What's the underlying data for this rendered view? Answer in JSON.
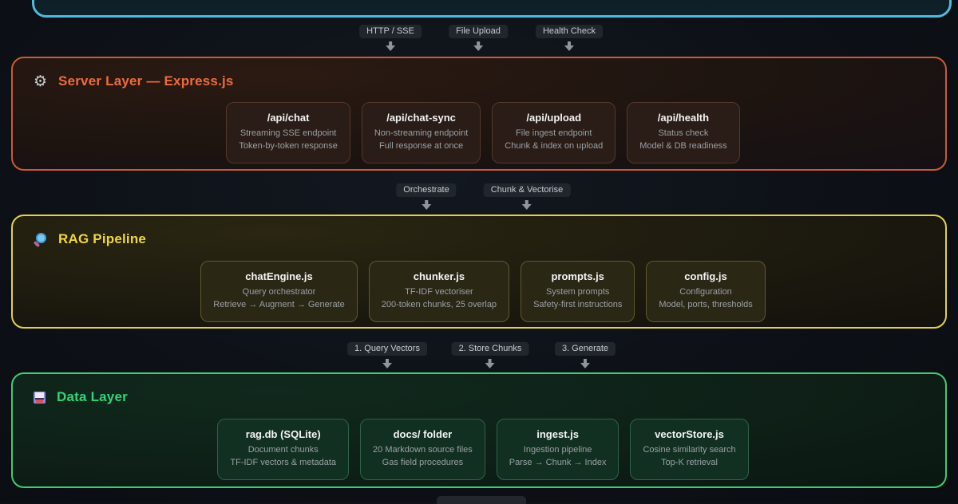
{
  "colors": {
    "background": "#0d1117",
    "client_border": "#4fbade",
    "server_border": "#cd5a32",
    "server_accent": "#ef6b3d",
    "rag_border": "#e3d14c",
    "rag_accent": "#f0d63e",
    "data_border": "#3dcd72",
    "data_accent": "#2fd577",
    "badge_bg": "#21262d",
    "card_title": "#f3f4f5",
    "card_desc": "#9aa0a6"
  },
  "flow_rows": [
    {
      "badges": [
        {
          "label": "HTTP / SSE"
        },
        {
          "label": "File Upload"
        },
        {
          "label": "Health Check"
        }
      ]
    },
    {
      "badges": [
        {
          "label": "Orchestrate"
        },
        {
          "label": "Chunk & Vectorise"
        }
      ]
    },
    {
      "badges": [
        {
          "label": "1. Query Vectors"
        },
        {
          "label": "2. Store Chunks"
        },
        {
          "label": "3. Generate"
        }
      ]
    }
  ],
  "layers": [
    {
      "title": "Server Layer — Express.js",
      "icon": "gear-icon",
      "cards": [
        {
          "title": "/api/chat",
          "desc": "Streaming SSE endpoint\nToken-by-token response"
        },
        {
          "title": "/api/chat-sync",
          "desc": "Non-streaming endpoint\nFull response at once"
        },
        {
          "title": "/api/upload",
          "desc": "File ingest endpoint\nChunk & index on upload"
        },
        {
          "title": "/api/health",
          "desc": "Status check\nModel & DB readiness"
        }
      ]
    },
    {
      "title": "RAG Pipeline",
      "icon": "magnifier-icon",
      "cards": [
        {
          "title": "chatEngine.js",
          "desc": "Query orchestrator\nRetrieve → Augment → Generate"
        },
        {
          "title": "chunker.js",
          "desc": "TF-IDF vectoriser\n200-token chunks, 25 overlap"
        },
        {
          "title": "prompts.js",
          "desc": "System prompts\nSafety-first instructions"
        },
        {
          "title": "config.js",
          "desc": "Configuration\nModel, ports, thresholds"
        }
      ]
    },
    {
      "title": "Data Layer",
      "icon": "floppy-disk-icon",
      "cards": [
        {
          "title": "rag.db (SQLite)",
          "desc": "Document chunks\nTF-IDF vectors & metadata"
        },
        {
          "title": "docs/ folder",
          "desc": "20 Markdown source files\nGas field procedures"
        },
        {
          "title": "ingest.js",
          "desc": "Ingestion pipeline\nParse → Chunk → Index"
        },
        {
          "title": "vectorStore.js",
          "desc": "Cosine similarity search\nTop-K retrieval"
        }
      ]
    }
  ],
  "gear_glyph": "⚙"
}
